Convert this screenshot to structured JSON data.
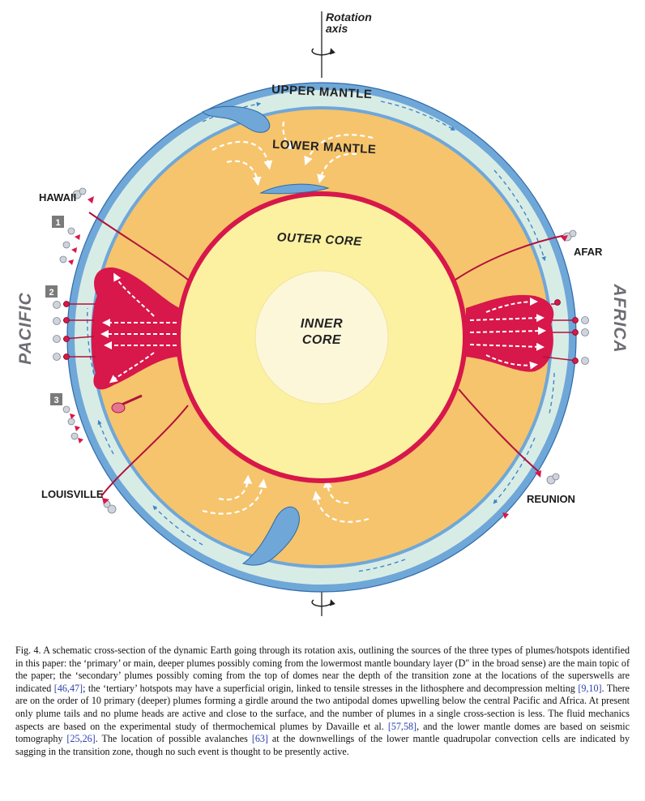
{
  "figure": {
    "labels": {
      "rotation_axis_line1": "Rotation",
      "rotation_axis_line2": "axis",
      "upper_mantle": "UPPER MANTLE",
      "lower_mantle": "LOWER MANTLE",
      "outer_core": "OUTER CORE",
      "inner_core_line1": "INNER",
      "inner_core_line2": "CORE",
      "hawaii": "HAWAII",
      "afar": "AFAR",
      "louisville": "LOUISVILLE",
      "reunion": "REUNION",
      "pacific": "PACIFIC",
      "africa": "AFRICA"
    },
    "badges": [
      "1",
      "2",
      "3"
    ],
    "colors": {
      "lithosphere": "#6fa7d8",
      "upper_mantle": "#d8ece6",
      "lower_mantle": "#f6c46c",
      "outer_core": "#fbf1a0",
      "inner_core": "#fdf7da",
      "plume": "#d8174a",
      "arrows": "#ffffff"
    }
  },
  "caption": {
    "segments": [
      {
        "text": "Fig. 4. A schematic cross-section of the dynamic Earth going through its rotation axis, outlining the sources of the three types of plumes/hotspots identified in this paper: the ‘primary’ or main, deeper plumes possibly coming from the lowermost mantle boundary layer (D″ in the broad sense) are the main topic of the paper; the ‘secondary’ plumes possibly coming from the top of domes near the depth of the transition zone at the locations of the superswells are indicated ",
        "ref": false
      },
      {
        "text": "[46,47]",
        "ref": true
      },
      {
        "text": "; the ‘tertiary’ hotspots may have a superficial origin, linked to tensile stresses in the lithosphere and decompression melting ",
        "ref": false
      },
      {
        "text": "[9,10]",
        "ref": true
      },
      {
        "text": ". There are on the order of 10 primary (deeper) plumes forming a girdle around the two antipodal domes upwelling below the central Pacific and Africa. At present only plume tails and no plume heads are active and close to the surface, and the number of plumes in a single cross-section is less. The fluid mechanics aspects are based on the experimental study of thermochemical plumes by Davaille et al. ",
        "ref": false
      },
      {
        "text": "[57,58]",
        "ref": true
      },
      {
        "text": ", and the lower mantle domes are based on seismic tomography ",
        "ref": false
      },
      {
        "text": "[25,26]",
        "ref": true
      },
      {
        "text": ". The location of possible avalanches ",
        "ref": false
      },
      {
        "text": "[63]",
        "ref": true
      },
      {
        "text": " at the downwellings of the lower mantle quadrupolar convection cells are indicated by sagging in the transition zone, though no such event is thought to be presently active.",
        "ref": false
      }
    ]
  }
}
